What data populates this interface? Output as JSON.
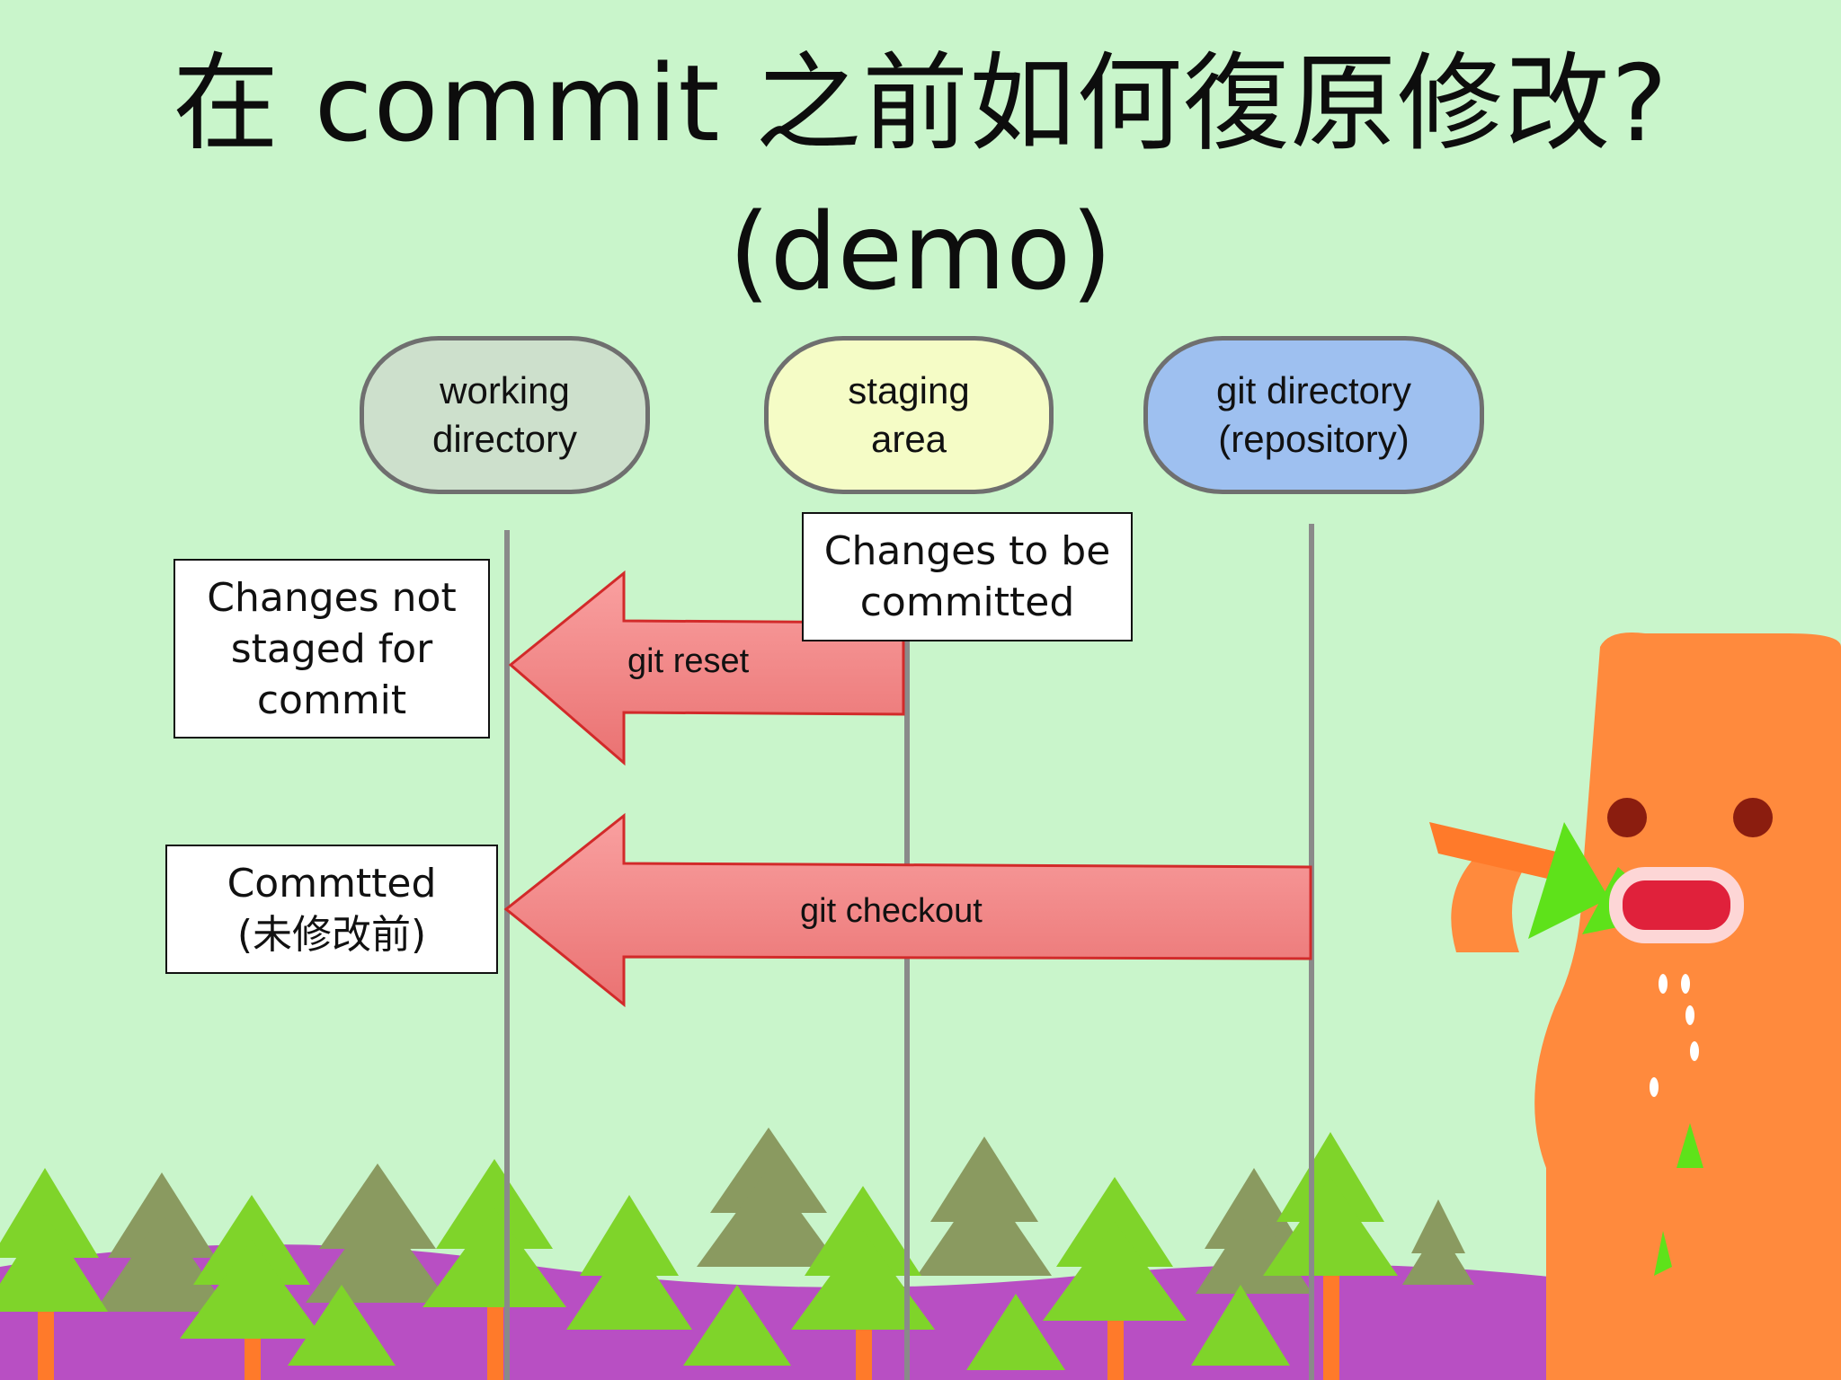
{
  "title": {
    "line1": "在 commit 之前如何復原修改?",
    "line2": "(demo)"
  },
  "stages": {
    "working": {
      "line1": "working",
      "line2": "directory"
    },
    "staging": {
      "line1": "staging",
      "line2": "area"
    },
    "repository": {
      "line1": "git directory",
      "line2": "(repository)"
    }
  },
  "notes": {
    "not_staged": {
      "line1": "Changes not",
      "line2": "staged for",
      "line3": "commit"
    },
    "to_be_committed": {
      "line1": "Changes to be",
      "line2": "committed"
    },
    "committed": {
      "line1": "Commtted",
      "line2": "(未修改前)"
    }
  },
  "arrows": {
    "reset": "git reset",
    "checkout": "git checkout"
  },
  "colors": {
    "background": "#c9f5cb",
    "working_fill": "#cde0cc",
    "staging_fill": "#f5fcc6",
    "repository_fill": "#9ec0f0",
    "arrow_fill": "#ef8282",
    "arrow_stroke": "#d22a2a",
    "tree_bright": "#7fd42a",
    "tree_dark": "#8a9a60",
    "hills": "#b84fc3",
    "monster": "#ff8a3d"
  }
}
